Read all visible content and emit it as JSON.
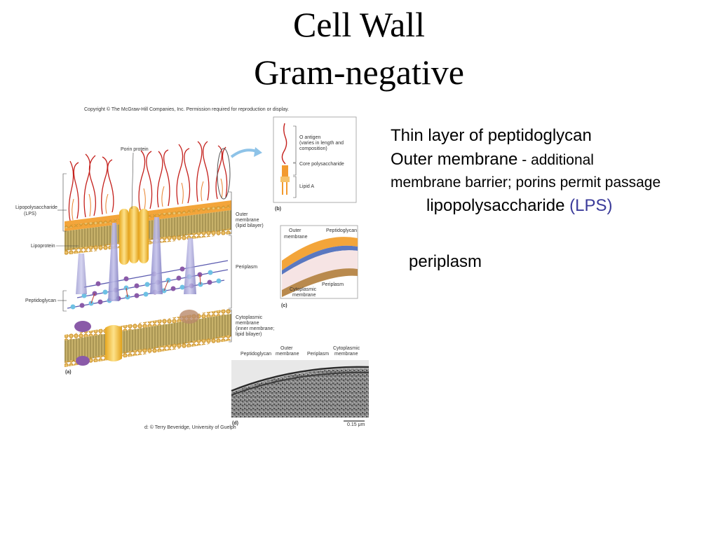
{
  "slide": {
    "title_line1": "Cell Wall",
    "title_line2": "Gram-negative",
    "bullets": {
      "b1": "Thin layer of peptidoglycan",
      "b2_main": "Outer membrane",
      "b2_rest": " - additional",
      "b3": "membrane barrier; porins permit passage",
      "b4_main": "lipopolysaccharide ",
      "b4_lps": "(LPS)",
      "b5": "periplasm"
    }
  },
  "figure": {
    "copyright": "Copyright © The McGraw-Hill Companies, Inc. Permission required for reproduction or display.",
    "credit": "d: © Terry Beveridge, University of Guelph",
    "a": {
      "panel": "(a)",
      "porin_protein": "Porin protein",
      "lps_line1": "Lipopolysaccharide",
      "lps_line2": "(LPS)",
      "lipoprotein": "Lipoprotein",
      "peptidoglycan": "Peptidoglycan",
      "outer_membrane_1": "Outer",
      "outer_membrane_2": "membrane",
      "outer_membrane_3": "(lipid bilayer)",
      "periplasm": "Periplasm",
      "cyto_1": "Cytoplasmic",
      "cyto_2": "membrane",
      "cyto_3": "(inner membrane;",
      "cyto_4": "lipid bilayer)"
    },
    "b": {
      "panel": "(b)",
      "o_antigen_1": "O antigen",
      "o_antigen_2": "(varies in length and",
      "o_antigen_3": "composition)",
      "core": "Core polysaccharide",
      "lipid_a": "Lipid A"
    },
    "c": {
      "panel": "(c)",
      "outer_1": "Outer",
      "outer_2": "membrane",
      "peptidoglycan": "Peptidoglycan",
      "periplasm": "Periplasm",
      "cyto_1": "Cytoplasmic",
      "cyto_2": "membrane"
    },
    "d": {
      "panel": "(d)",
      "peptidoglycan": "Peptidoglycan",
      "outer_1": "Outer",
      "outer_2": "membrane",
      "periplasm": "Periplasm",
      "cyto_1": "Cytoplasmic",
      "cyto_2": "membrane",
      "scale": "0.15 μm"
    }
  }
}
